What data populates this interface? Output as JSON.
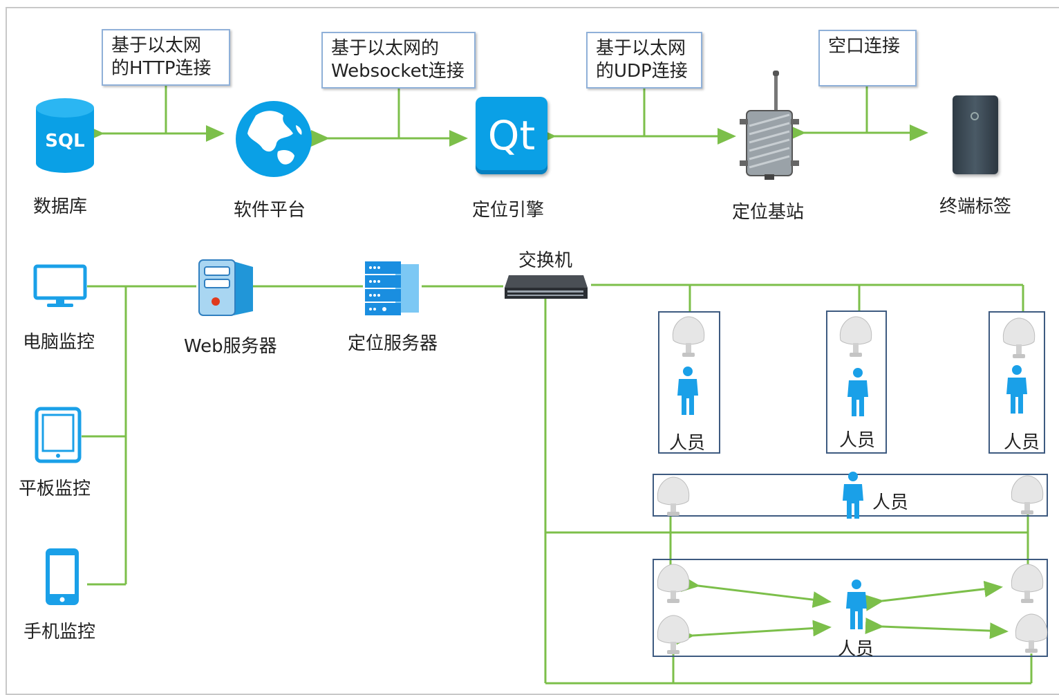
{
  "top_row": {
    "nodes": {
      "database": "数据库",
      "software_platform": "软件平台",
      "positioning_engine": "定位引擎",
      "base_station": "定位基站",
      "terminal_tag": "终端标签"
    },
    "callouts": {
      "http": [
        "基于以太网",
        "的HTTP连接"
      ],
      "websocket": [
        "基于以太网的",
        "Websocket连接"
      ],
      "udp": [
        "基于以太网",
        "的UDP连接"
      ],
      "air": [
        "空口连接"
      ]
    },
    "icon_text": {
      "sql": "SQL",
      "qt": "Qt"
    }
  },
  "bottom_left": {
    "pc_monitor": "电脑监控",
    "tablet_monitor": "平板监控",
    "phone_monitor": "手机监控",
    "web_server": "Web服务器",
    "location_server": "定位服务器",
    "switch": "交换机"
  },
  "zones": {
    "person_label": "人员"
  },
  "colors": {
    "line_green": "#7cbf4a",
    "accent_blue": "#1aa0e8",
    "box_border": "#3d5a80"
  }
}
